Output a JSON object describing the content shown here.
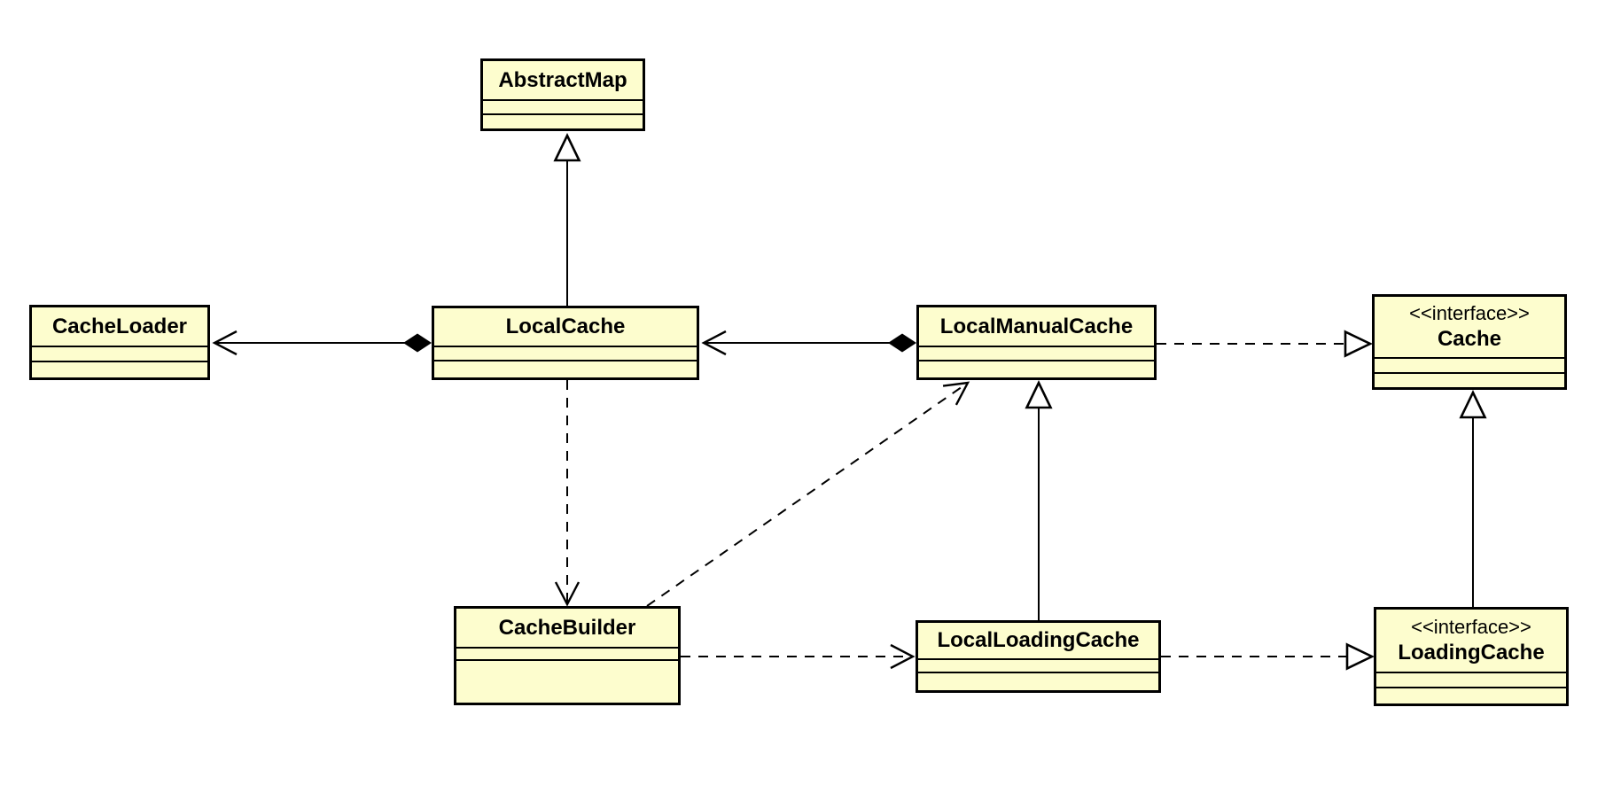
{
  "diagram": {
    "type": "uml-class-diagram",
    "background": "#ffffff",
    "node_fill": "#FDFDCE",
    "node_border": "#000000",
    "text_color": "#000000"
  },
  "classes": {
    "abstract_map": {
      "name": "AbstractMap"
    },
    "cache_loader": {
      "name": "CacheLoader"
    },
    "local_cache": {
      "name": "LocalCache"
    },
    "local_manual_cache": {
      "name": "LocalManualCache"
    },
    "cache": {
      "stereotype": "<<interface>>",
      "name": "Cache"
    },
    "cache_builder": {
      "name": "CacheBuilder"
    },
    "local_loading_cache": {
      "name": "LocalLoadingCache"
    },
    "loading_cache": {
      "stereotype": "<<interface>>",
      "name": "LoadingCache"
    }
  },
  "relations": [
    {
      "from": "LocalCache",
      "to": "AbstractMap",
      "type": "generalization",
      "line_style": "solid",
      "arrowhead": "hollow-triangle"
    },
    {
      "from": "LocalCache",
      "to": "CacheLoader",
      "type": "composition",
      "line_style": "solid",
      "arrowhead": "open-arrow",
      "tail": "filled-diamond"
    },
    {
      "from": "LocalManualCache",
      "to": "LocalCache",
      "type": "composition",
      "line_style": "solid",
      "arrowhead": "open-arrow",
      "tail": "filled-diamond"
    },
    {
      "from": "LocalCache",
      "to": "CacheBuilder",
      "type": "dependency",
      "line_style": "dashed",
      "arrowhead": "open-arrow"
    },
    {
      "from": "CacheBuilder",
      "to": "LocalManualCache",
      "type": "dependency",
      "line_style": "dashed",
      "arrowhead": "open-arrow"
    },
    {
      "from": "CacheBuilder",
      "to": "LocalLoadingCache",
      "type": "dependency",
      "line_style": "dashed",
      "arrowhead": "open-arrow"
    },
    {
      "from": "LocalLoadingCache",
      "to": "LocalManualCache",
      "type": "generalization",
      "line_style": "solid",
      "arrowhead": "hollow-triangle"
    },
    {
      "from": "LocalManualCache",
      "to": "Cache",
      "type": "realization",
      "line_style": "dashed",
      "arrowhead": "hollow-triangle"
    },
    {
      "from": "LocalLoadingCache",
      "to": "LoadingCache",
      "type": "realization",
      "line_style": "dashed",
      "arrowhead": "hollow-triangle"
    },
    {
      "from": "LoadingCache",
      "to": "Cache",
      "type": "generalization",
      "line_style": "solid",
      "arrowhead": "hollow-triangle"
    }
  ]
}
